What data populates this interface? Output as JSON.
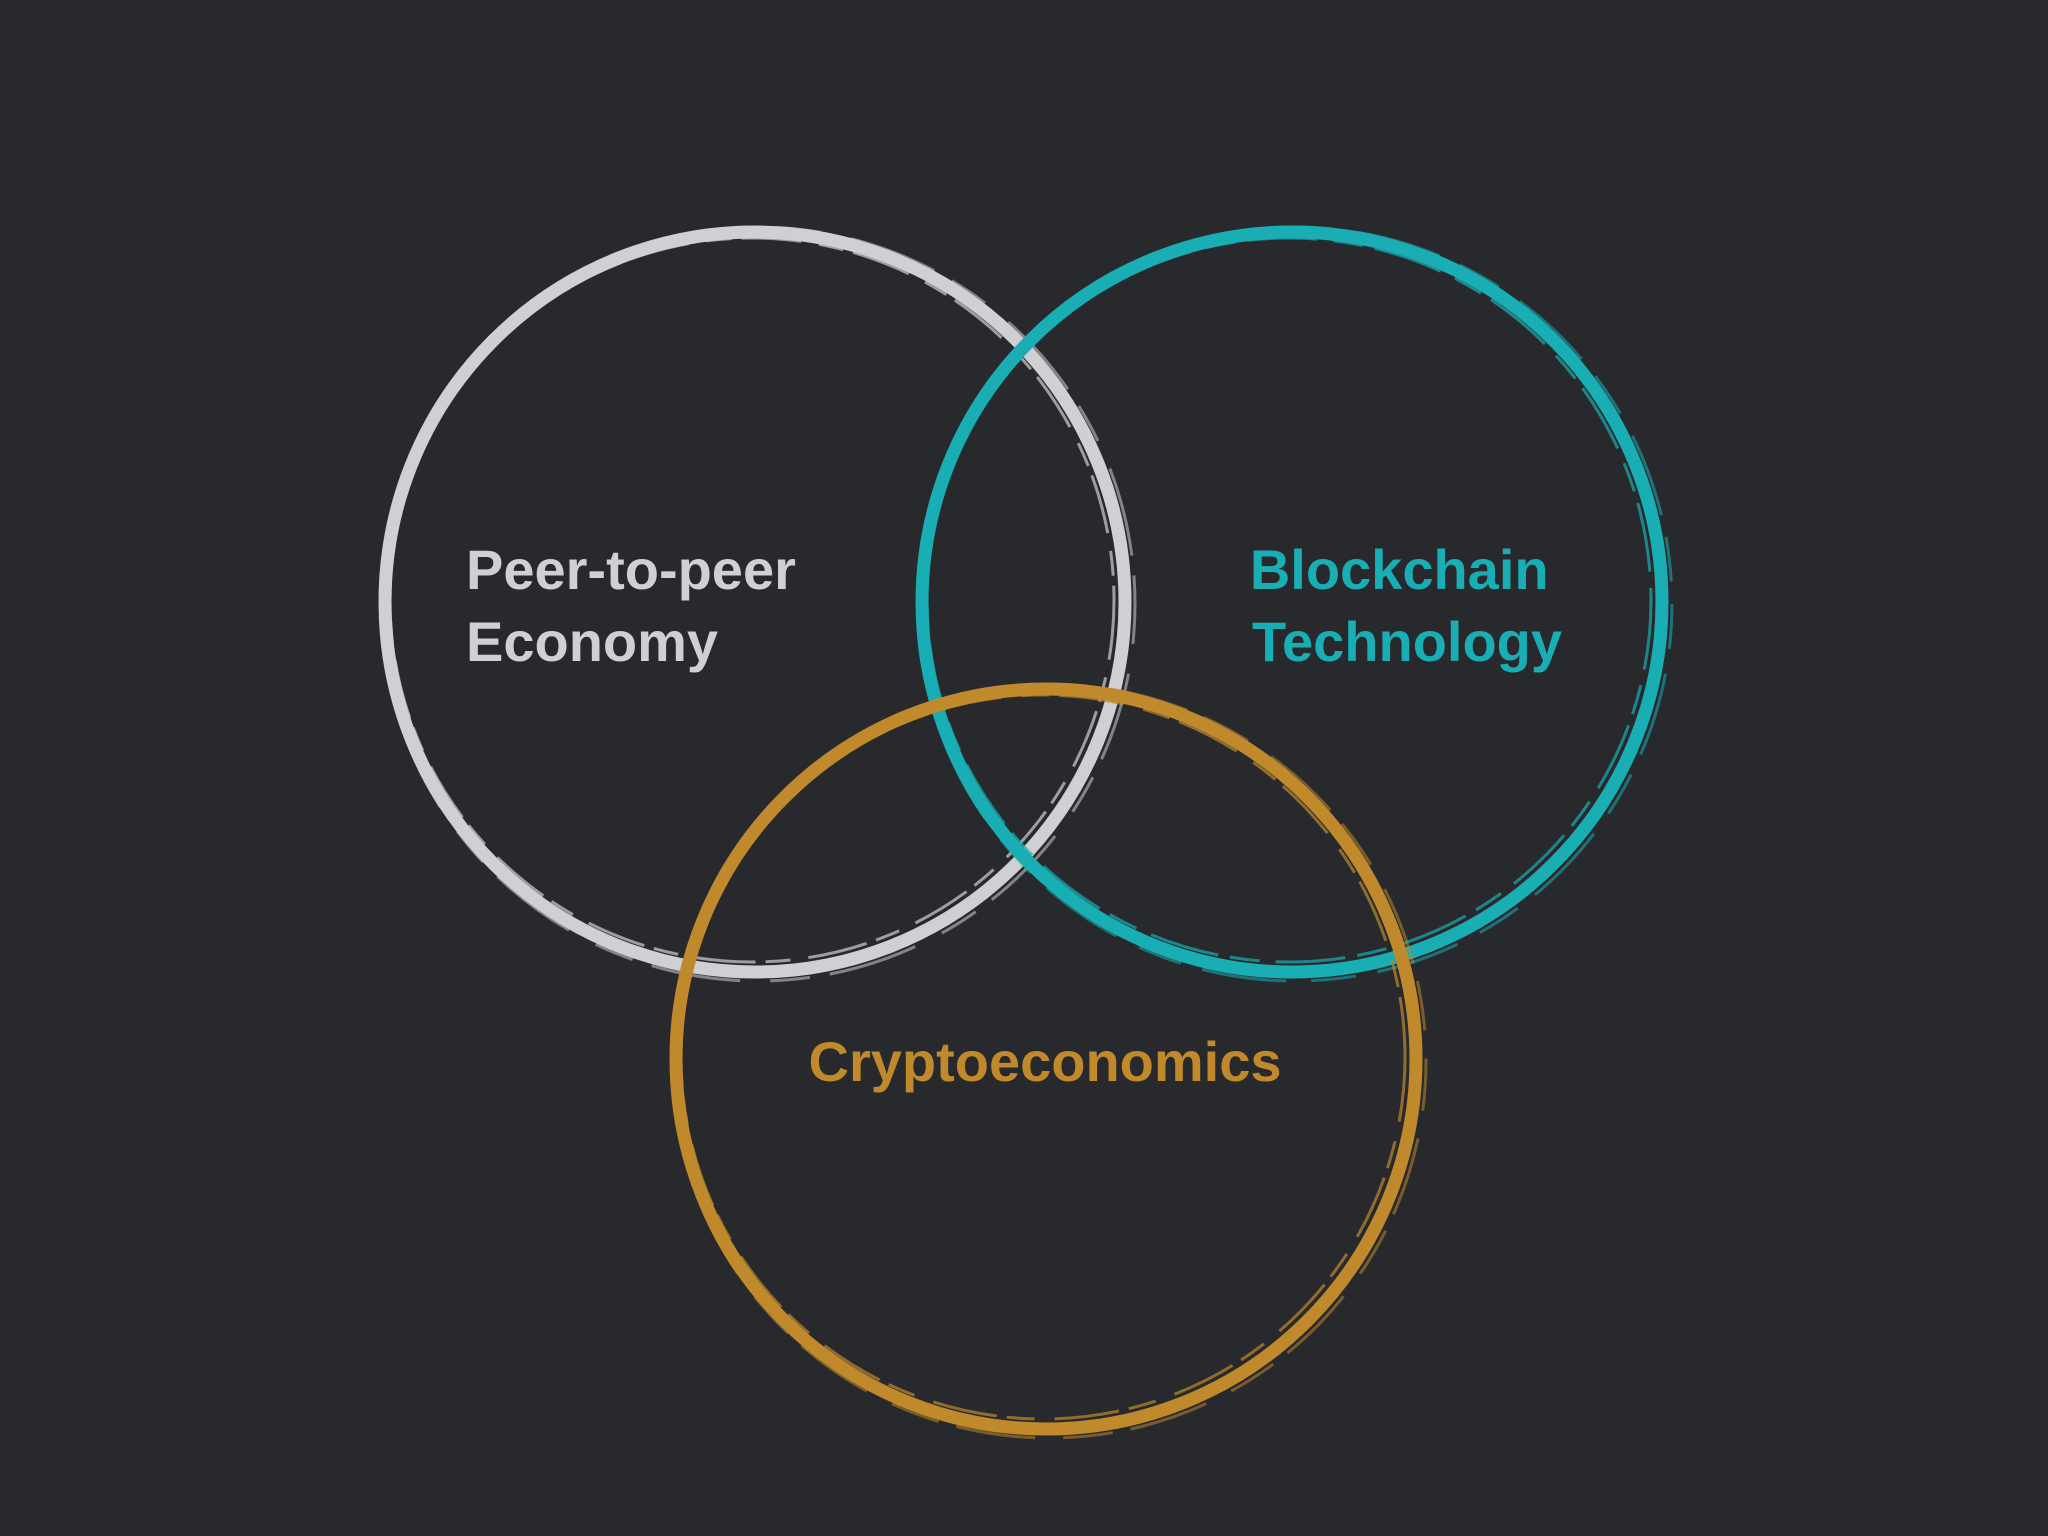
{
  "background_color": "#27292d",
  "diagram": {
    "type": "venn",
    "sets": [
      {
        "id": "p2p",
        "label_lines": [
          "Peer-to-peer",
          "Economy"
        ],
        "color": "#cfd0d4"
      },
      {
        "id": "blockchain",
        "label_lines": [
          "Blockchain",
          "Technology"
        ],
        "color": "#19aeb4"
      },
      {
        "id": "crypto",
        "label_lines": [
          "Cryptoeconomics"
        ],
        "color": "#c0892c"
      }
    ]
  }
}
